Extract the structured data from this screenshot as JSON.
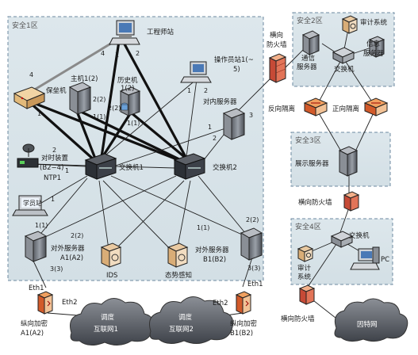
{
  "zones": {
    "z1": "安全1区",
    "z2": "安全2区",
    "z3": "安全3区",
    "z4": "安全4区"
  },
  "nodes": {
    "engineer": "工程师站",
    "operator_line1": "操作员站1(~",
    "operator_line2": "5)",
    "bastion": "保垒机",
    "host": "主机1(2)",
    "history": "历史机",
    "history_sub": "1(2)",
    "internal_server": "对内服务器",
    "sync_line1": "对时装置",
    "sync_line2": "(B2−4)",
    "sync_line3": "NTP1",
    "switch1": "交换机1",
    "switch2": "交换机2",
    "study": "学员站",
    "ext_a_line1": "对外服务器",
    "ext_a_line2": "A1(A2)",
    "ids": "IDS",
    "situation": "态势感知",
    "ext_b_line1": "对外服务器",
    "ext_b_line2": "B1(B2)",
    "fw_vert_top_line1": "横向",
    "fw_vert_top_line2": "防火墙",
    "comm_line1": "通信",
    "comm_line2": "服务器",
    "audit_z2": "审计系统",
    "info_line1": "信息",
    "info_line2": "服务器",
    "switch_z2": "交换机",
    "reverse": "反向隔离",
    "forward": "正向隔离",
    "display": "展示服务器",
    "fw_h": "横向防火墙",
    "switch_z4": "交换机",
    "audit_z4_line1": "审计",
    "audit_z4_line2": "系统",
    "pc": "PC",
    "fw_h4": "横向防火墙",
    "internet": "因特网",
    "crypto_a_line1": "纵向加密",
    "crypto_a_line2": "A1(A2)",
    "crypto_b_line1": "纵向加密",
    "crypto_b_line2": "B1(B2)",
    "cloud1_line1": "调度",
    "cloud1_line2": "互联网1",
    "cloud2_line1": "调度",
    "cloud2_line2": "互联网2",
    "eth1_a": "Eth1",
    "eth2_a": "Eth2",
    "eth1_b": "Eth1",
    "eth2_b": "Eth2"
  },
  "ports": {
    "p_eng_4": "4",
    "p_eng_1": "1",
    "p_eng_2": "2",
    "p_bast_4": "4",
    "p_bast_1": "1",
    "p_host_22": "2(2)",
    "p_host_11": "1(1)",
    "p_hist_22": "2(2)",
    "p_hist_11": "1(1)",
    "p_op_1": "1",
    "p_op_2": "2",
    "p_int_1": "1",
    "p_int_2": "2",
    "p_int_3": "3",
    "p_sync_2": "2",
    "p_sync_1": "1",
    "p_study_1": "1",
    "p_exta_11": "1(1)",
    "p_exta_22": "2(2)",
    "p_exta_33": "3(3)",
    "p_extb_11": "1(1)",
    "p_extb_22": "2(2)",
    "p_extb_33": "3(3)"
  }
}
